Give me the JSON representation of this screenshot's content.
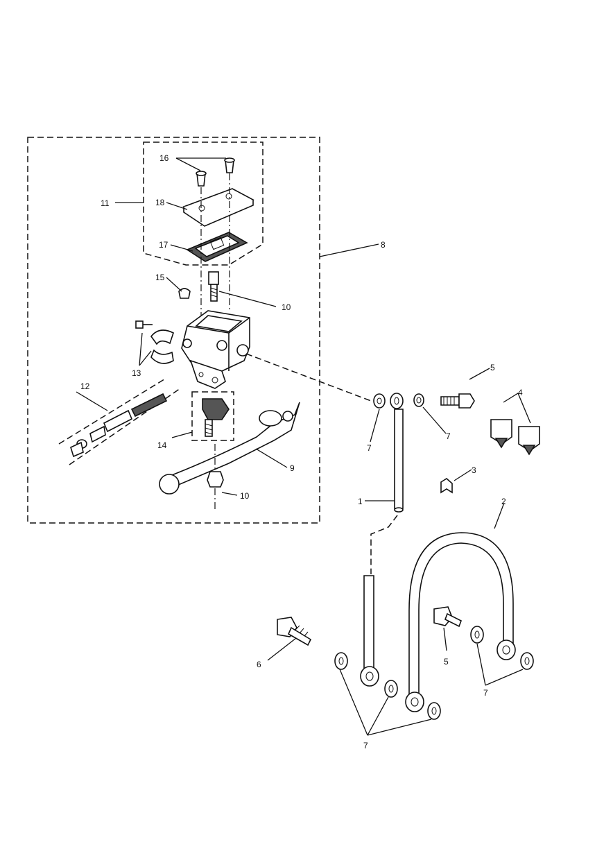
{
  "callouts": {
    "c1": "1",
    "c2": "2",
    "c3": "3",
    "c4": "4",
    "c5a": "5",
    "c5b": "5",
    "c6": "6",
    "c7a": "7",
    "c7b": "7",
    "c7c": "7",
    "c7d": "7",
    "c8": "8",
    "c9": "9",
    "c10a": "10",
    "c10b": "10",
    "c11": "11",
    "c12": "12",
    "c13": "13",
    "c14": "14",
    "c15": "15",
    "c16": "16",
    "c17": "17",
    "c18": "18"
  }
}
